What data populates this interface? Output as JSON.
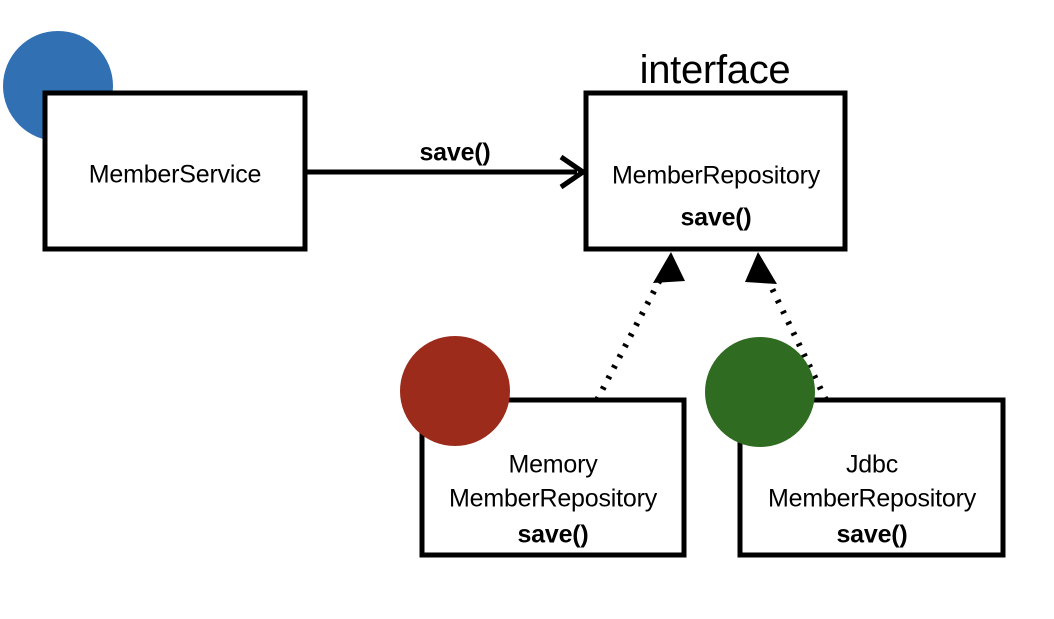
{
  "diagram": {
    "title": "MemberRepository interface class diagram",
    "background_color": "#ffffff",
    "line_color": "#000000"
  },
  "stereotype": {
    "interface_label": "interface"
  },
  "nodes": {
    "member_service": {
      "class_name": "MemberService",
      "bead_color": "#3070B3",
      "bead_name": "blue-bead"
    },
    "member_repository": {
      "class_name": "MemberRepository",
      "method": "save()"
    },
    "memory_member_repository": {
      "class_name_line1": "Memory",
      "class_name_line2": "MemberRepository",
      "method": "save()",
      "bead_color": "#9C2B1B",
      "bead_name": "red-bead"
    },
    "jdbc_member_repository": {
      "class_name_line1": "Jdbc",
      "class_name_line2": "MemberRepository",
      "method": "save()",
      "bead_color": "#2F6B20",
      "bead_name": "green-bead"
    }
  },
  "edges": {
    "service_to_repository": {
      "label": "save()",
      "style": "solid",
      "arrowhead": "open",
      "from": "MemberService",
      "to": "MemberRepository"
    },
    "memory_implements": {
      "label": "",
      "style": "dotted",
      "arrowhead": "filled-triangle",
      "from": "MemoryMemberRepository",
      "to": "MemberRepository"
    },
    "jdbc_implements": {
      "label": "",
      "style": "dotted",
      "arrowhead": "filled-triangle",
      "from": "JdbcMemberRepository",
      "to": "MemberRepository"
    }
  }
}
